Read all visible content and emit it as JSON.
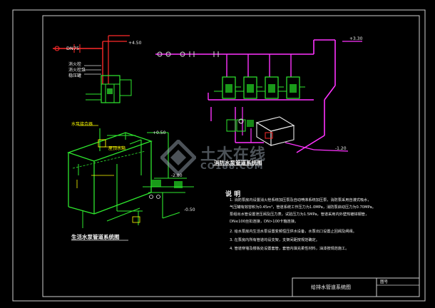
{
  "drawing": {
    "tag_dn": "DN75",
    "equipment_labels": [
      "消火栓",
      "消火栓泵",
      "稳压罐",
      "水泵接合器"
    ],
    "roof_tank_label": "屋顶水箱",
    "elevations": [
      "+4.50",
      "+3.30",
      "-1.20",
      "-2.80",
      "+0.50",
      "-0.50"
    ],
    "watermark_cn": "土木在线",
    "watermark_en": "CO188.COM",
    "right_system_caption": "消防水泵管道系统图",
    "left_system_caption": "生活水泵管道系统图",
    "notes_heading": "说 明",
    "notes": [
      "1. 消防泵房内设置消火栓系统加压泵及自动喷淋系统加压泵，消防泵采用自灌式吸水，",
      "   气压罐有效容积为0.45m³，管道系统工作压力为1.0MPa，消防泵启动压力为0.70MPa。",
      "   泵组出水管设置泄压阀及压力表，试验压力为1.5MPa，管道采用内外壁热镀锌钢管，",
      "   DN≤100丝扣连接，DN>100卡箍连接。",
      "2. 给水泵房内生活水泵设置变频恒压供水设备，水泵出口设置止回阀及闸阀。",
      "3. 在泵房内所有管道均设支架，支架间距按规范确定。",
      "4. 管道穿墙及楼板处设置套管，套管内填充柔性材料，油漆按规范施工。"
    ],
    "title_block": {
      "title": "给排水管道系统图",
      "drawing_no_label": "图号"
    }
  }
}
